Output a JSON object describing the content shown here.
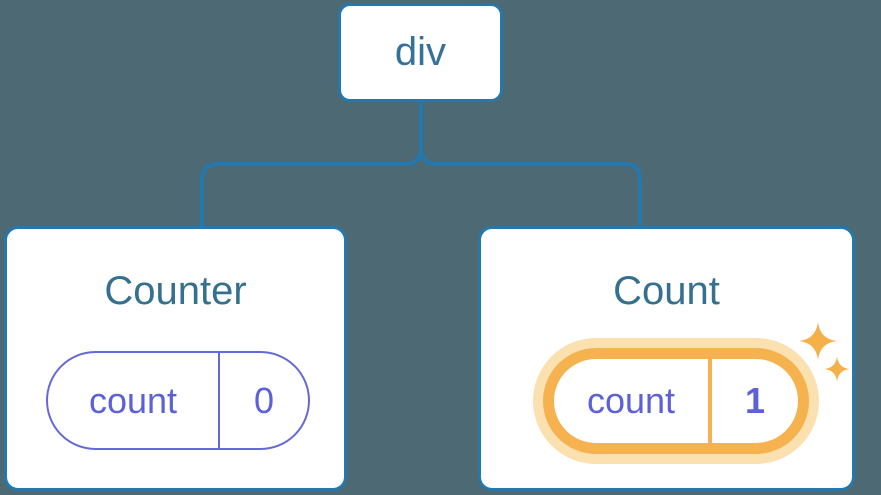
{
  "diagram": {
    "description": "Render tree diagram: a div root with two component children, each holding a count state pill",
    "background_color": "#4D6973",
    "node_border_color": "#2478AD",
    "connector_color": "#2478AD",
    "title_color": "#35708E",
    "state_purple": "#5C60D9",
    "highlight_orange": "#F5B24E",
    "highlight_glow": "#FBE0B0",
    "root": {
      "label": "div"
    },
    "children": [
      {
        "title": "Counter",
        "state_name": "count",
        "state_value": "0",
        "highlighted": false
      },
      {
        "title": "Count",
        "state_name": "count",
        "state_value": "1",
        "highlighted": true
      }
    ]
  }
}
